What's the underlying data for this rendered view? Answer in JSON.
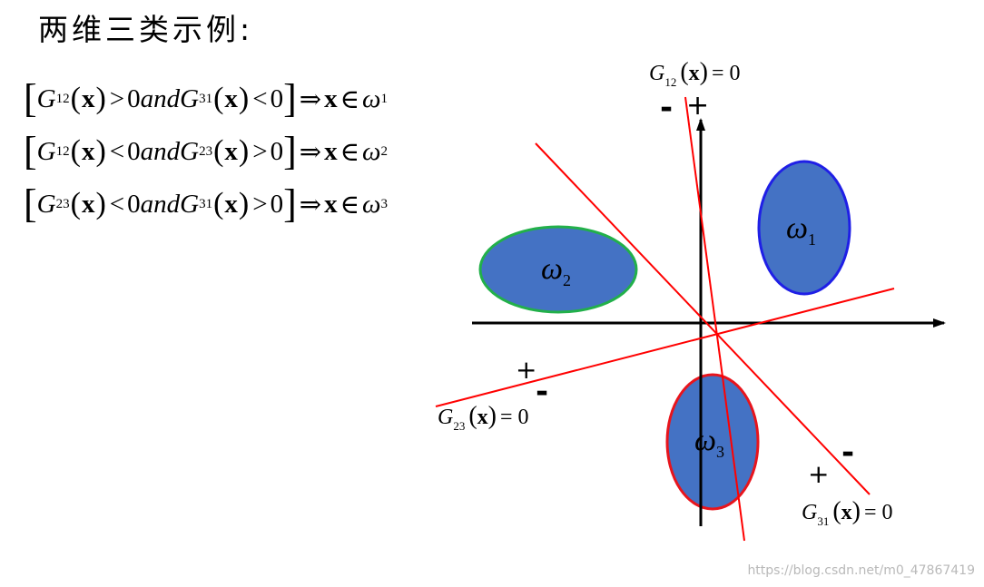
{
  "title": "两维三类示例:",
  "rules": [
    {
      "g1_sub": "12",
      "op1": ">",
      "zero1": "0",
      "and": "and",
      "g2_sub": "31",
      "op2": "<",
      "zero2": "0",
      "implies": "⇒",
      "in": "∈",
      "class_sub": "1"
    },
    {
      "g1_sub": "12",
      "op1": "<",
      "zero1": "0",
      "and": "and",
      "g2_sub": "23",
      "op2": ">",
      "zero2": "0",
      "implies": "⇒",
      "in": "∈",
      "class_sub": "2"
    },
    {
      "g1_sub": "23",
      "op1": "<",
      "zero1": "0",
      "and": "and",
      "g2_sub": "31",
      "op2": ">",
      "zero2": "0",
      "implies": "⇒",
      "in": "∈",
      "class_sub": "3"
    }
  ],
  "symbols": {
    "G": "G",
    "x": "x",
    "omega": "ω",
    "bracket_open": "[",
    "bracket_close": "]",
    "paren_open": "(",
    "paren_close": ")"
  },
  "diagram": {
    "line_labels": {
      "g12": {
        "sub": "12",
        "eq": "= 0"
      },
      "g23": {
        "sub": "23",
        "eq": "= 0"
      },
      "g31": {
        "sub": "31",
        "eq": "= 0"
      }
    },
    "signs": {
      "g12_minus": "-",
      "g12_plus": "+",
      "g23_plus": "+",
      "g23_minus": "-",
      "g31_minus": "-",
      "g31_plus": "+"
    },
    "regions": [
      {
        "symbol": "ω",
        "sub": "1",
        "fill": "#4472c4",
        "outline": "#1f1fe6"
      },
      {
        "symbol": "ω",
        "sub": "2",
        "fill": "#4472c4",
        "outline": "#22b04a"
      },
      {
        "symbol": "ω",
        "sub": "3",
        "fill": "#4472c4",
        "outline": "#e8141c"
      }
    ],
    "line_color": "#ff0000",
    "axis_color": "#000000"
  },
  "watermark": "https://blog.csdn.net/m0_47867419"
}
